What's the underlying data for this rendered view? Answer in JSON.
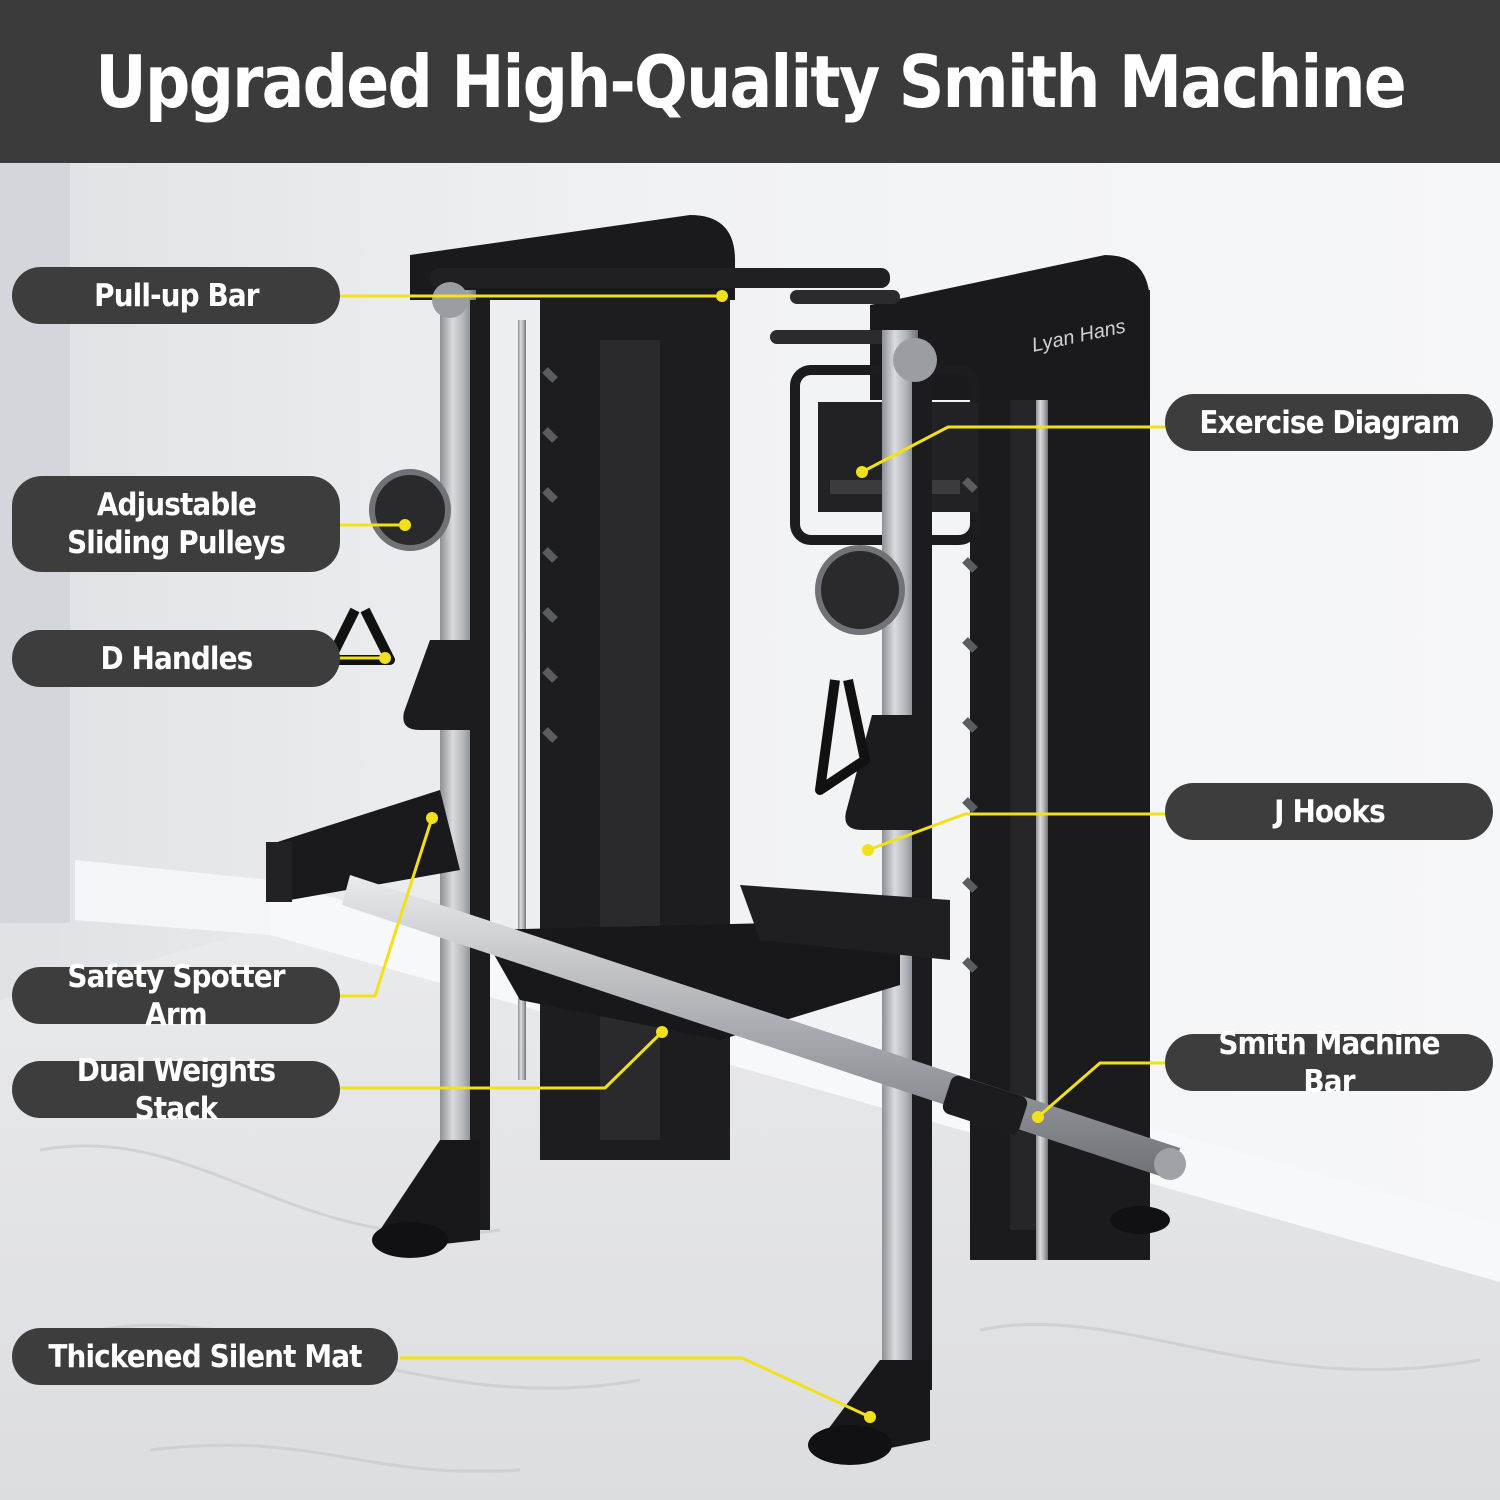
{
  "banner": {
    "title": "Upgraded High-Quality Smith Machine"
  },
  "brand": {
    "logo_text": "Lyan Hans"
  },
  "accent_color": "#f2e11a",
  "callouts": {
    "pullup_bar": "Pull-up Bar",
    "sliding_pulleys_line1": "Adjustable",
    "sliding_pulleys_line2": "Sliding Pulleys",
    "d_handles": "D Handles",
    "safety_spotter_arm": "Safety Spotter Arm",
    "dual_weights_stack": "Dual Weights Stack",
    "thickened_silent_mat": "Thickened Silent Mat",
    "exercise_diagram": "Exercise Diagram",
    "j_hooks": "J Hooks",
    "smith_machine_bar": "Smith Machine Bar"
  }
}
